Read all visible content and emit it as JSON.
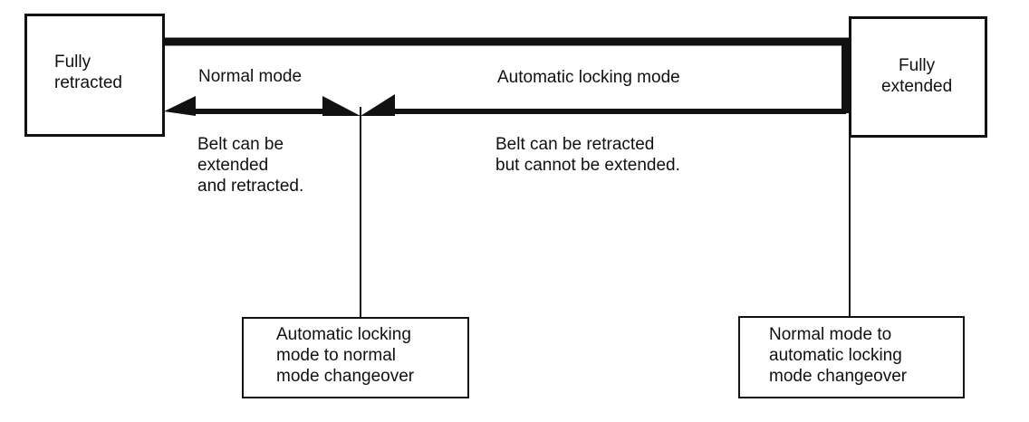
{
  "end_states": {
    "retracted": "Fully\nretracted",
    "extended": "Fully\nextended"
  },
  "modes": {
    "normal": "Normal mode",
    "automatic_locking": "Automatic locking mode"
  },
  "descriptions": {
    "normal": "Belt can be\nextended\nand retracted.",
    "automatic_locking": "Belt can be retracted\nbut cannot be extended."
  },
  "changeovers": {
    "alr_to_normal": "Automatic locking\nmode to normal\nmode changeover",
    "normal_to_alr": "Normal mode to\nautomatic locking\nmode changeover"
  }
}
